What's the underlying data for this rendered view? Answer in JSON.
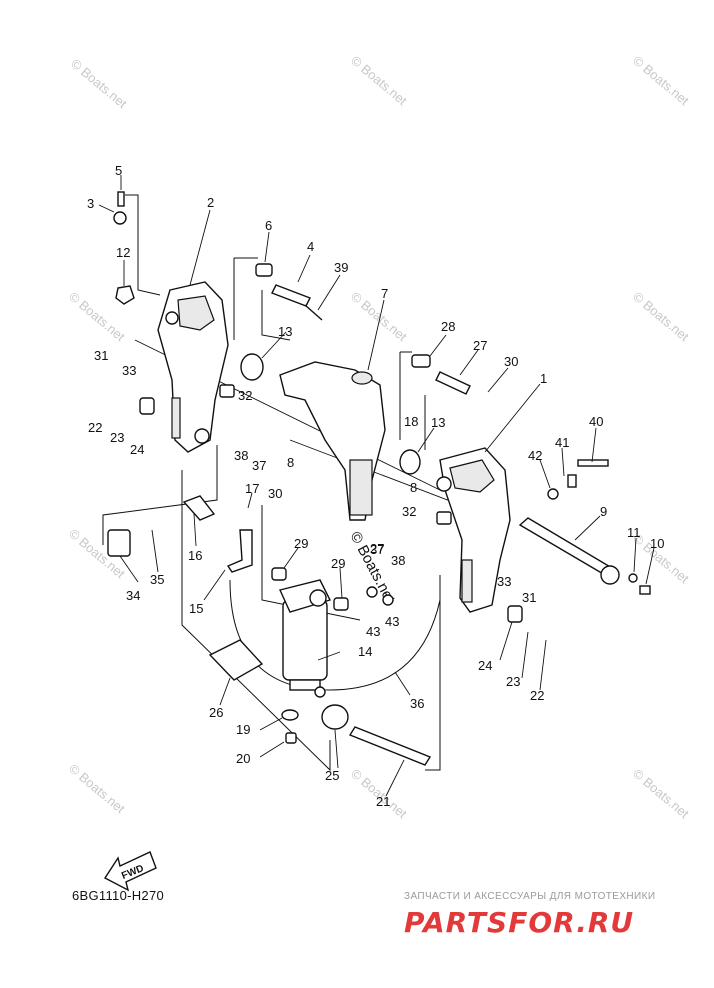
{
  "diagram": {
    "code": "6BG1110-H270",
    "fwd_label": "FWD",
    "watermark": "© Boats.net",
    "ad": {
      "subtitle": "ЗАПЧАСТИ И АКСЕССУАРЫ ДЛЯ МОТОТЕХНИКИ",
      "logo": "PARTSFOR.RU"
    },
    "callouts": [
      "1",
      "2",
      "3",
      "4",
      "5",
      "6",
      "7",
      "8",
      "8",
      "9",
      "10",
      "11",
      "12",
      "13",
      "13",
      "14",
      "15",
      "16",
      "17",
      "18",
      "19",
      "20",
      "21",
      "22",
      "22",
      "23",
      "23",
      "24",
      "24",
      "25",
      "26",
      "27",
      "27",
      "28",
      "29",
      "29",
      "30",
      "30",
      "31",
      "31",
      "32",
      "32",
      "33",
      "33",
      "34",
      "35",
      "36",
      "37",
      "37",
      "38",
      "38",
      "39",
      "40",
      "41",
      "42",
      "43",
      "43"
    ]
  }
}
